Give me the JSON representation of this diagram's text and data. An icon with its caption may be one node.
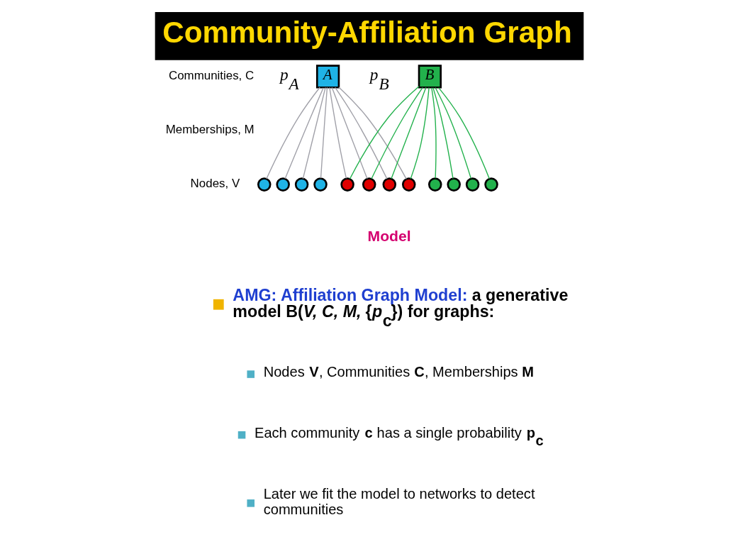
{
  "diagram": {
    "title": "Community-Affiliation Graph",
    "nodes": [
      {
        "text": [
          "A"
        ],
        "beside": [
          "p$_{A}$"
        ]
      },
      {
        "text": [
          "B"
        ],
        "beside": [
          "p$_{B}$"
        ]
      },
      {
        "text": [],
        "shape": "circle"
      },
      {
        "text": [],
        "shape": "circle"
      },
      {
        "text": [],
        "shape": "circle"
      },
      {
        "text": [],
        "shape": "circle"
      },
      {
        "text": [],
        "shape": "circle"
      },
      {
        "text": [],
        "shape": "circle"
      },
      {
        "text": [],
        "shape": "circle"
      },
      {
        "text": [],
        "shape": "circle"
      },
      {
        "text": [],
        "shape": "circle"
      },
      {
        "text": [],
        "shape": "circle"
      },
      {
        "text": [],
        "shape": "circle"
      },
      {
        "text": [],
        "shape": "circle"
      }
    ],
    "edges": [
      {
        "from": 0,
        "to": 2,
        "arrow": "none"
      },
      {
        "from": 0,
        "to": 3,
        "arrow": "none"
      },
      {
        "from": 0,
        "to": 4,
        "arrow": "none"
      },
      {
        "from": 0,
        "to": 5,
        "arrow": "none"
      },
      {
        "from": 0,
        "to": 6,
        "arrow": "none"
      },
      {
        "from": 0,
        "to": 7,
        "arrow": "none"
      },
      {
        "from": 0,
        "to": 8,
        "arrow": "none"
      },
      {
        "from": 0,
        "to": 9,
        "arrow": "none"
      },
      {
        "from": 1,
        "to": 6,
        "arrow": "none",
        "color": "#22b14c"
      },
      {
        "from": 1,
        "to": 7,
        "arrow": "none",
        "color": "#22b14c"
      },
      {
        "from": 1,
        "to": 8,
        "arrow": "none",
        "color": "#22b14c"
      },
      {
        "from": 1,
        "to": 9,
        "arrow": "none",
        "color": "#22b14c"
      },
      {
        "from": 1,
        "to": 10,
        "arrow": "none",
        "color": "#22b14c"
      },
      {
        "from": 1,
        "to": 11,
        "arrow": "none",
        "color": "#22b14c"
      },
      {
        "from": 1,
        "to": 12,
        "arrow": "none",
        "color": "#22b14c"
      },
      {
        "from": 1,
        "to": 13,
        "arrow": "none",
        "color": "#22b14c"
      }
    ],
    "labels": [
      "Communities, C",
      "Memberships, M",
      "Nodes, V",
      "Model",
      "**AMG: Affiliation Graph Model:** a generative model B(*V, C, M,* {*p*$_{c}$}) for graphs:",
      "Nodes **V**, Communities **C**, Memberships **M**",
      "Each community **c** has a single probability **p$_{c}$**",
      "Later we fit the model to networks to detect communities"
    ]
  }
}
